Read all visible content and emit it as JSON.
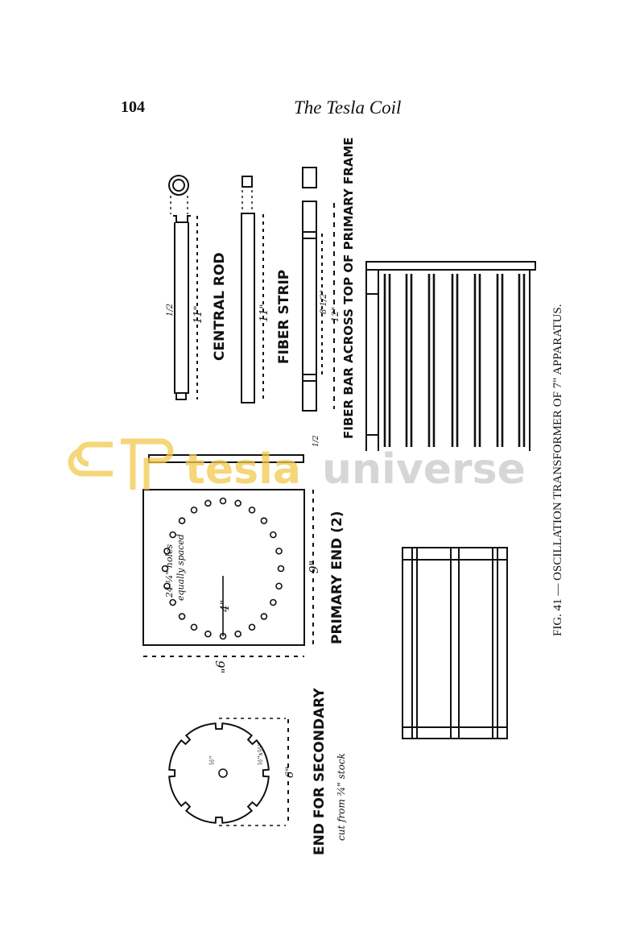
{
  "header": {
    "page_number": "104",
    "running_title": "The Tesla Coil"
  },
  "figure": {
    "central_rod": {
      "label": "CENTRAL ROD",
      "length": "11\"",
      "diameter": "1/2"
    },
    "fiber_strip": {
      "label": "FIBER STRIP",
      "length": "11\""
    },
    "fiber_bar": {
      "label": "FIBER BAR ACROSS TOP OF PRIMARY FRAME",
      "outer": "12\"",
      "inner": "8 1/2\""
    },
    "strip_dimension": "1/2",
    "primary_end": {
      "label": "PRIMARY END (2)",
      "width": "9\"",
      "height": "9\"",
      "holes_note": "24-¼\" holes",
      "holes_note2": "equally spaced",
      "radius": "4\"",
      "hole_count": 24
    },
    "secondary_end": {
      "label": "END FOR SECONDARY",
      "sublabel": "cut from ¾\" stock",
      "diameter": "6\"",
      "notch": "½\"x½\"",
      "center_hole": "½\"",
      "notch_count": 8
    },
    "caption": "FIG. 41 — OSCILLATION TRANSFORMER OF 7\" APPARATUS."
  },
  "watermark": {
    "text1": "tesla",
    "text2": "universe",
    "color1": "#f2c94c",
    "color2": "#c9c9c9"
  }
}
